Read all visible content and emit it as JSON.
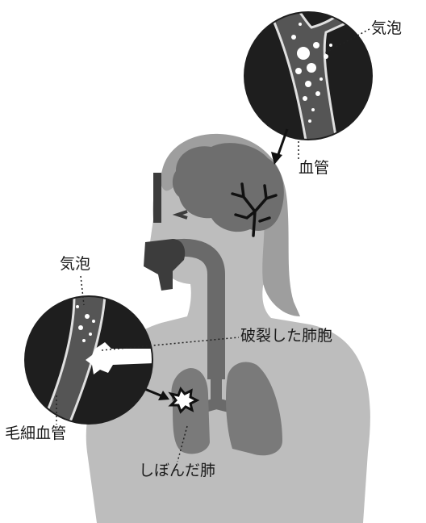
{
  "labels": {
    "bubble_top": "気泡",
    "blood_vessel": "血管",
    "bubble_left": "気泡",
    "ruptured_alveolus": "破裂した肺胞",
    "capillary": "毛細血管",
    "collapsed_lung": "しぼんだ肺"
  },
  "colors": {
    "body": "#bdbdbd",
    "hair": "#9e9e9e",
    "brain": "#6e6e6e",
    "lungs": "#7a7a7a",
    "airway": "#6a6a6a",
    "mask": "#3c3c3c",
    "callout_bg": "#1e1e1e",
    "vessel_wall": "#e0e0e0",
    "bubbles": "#ffffff"
  }
}
